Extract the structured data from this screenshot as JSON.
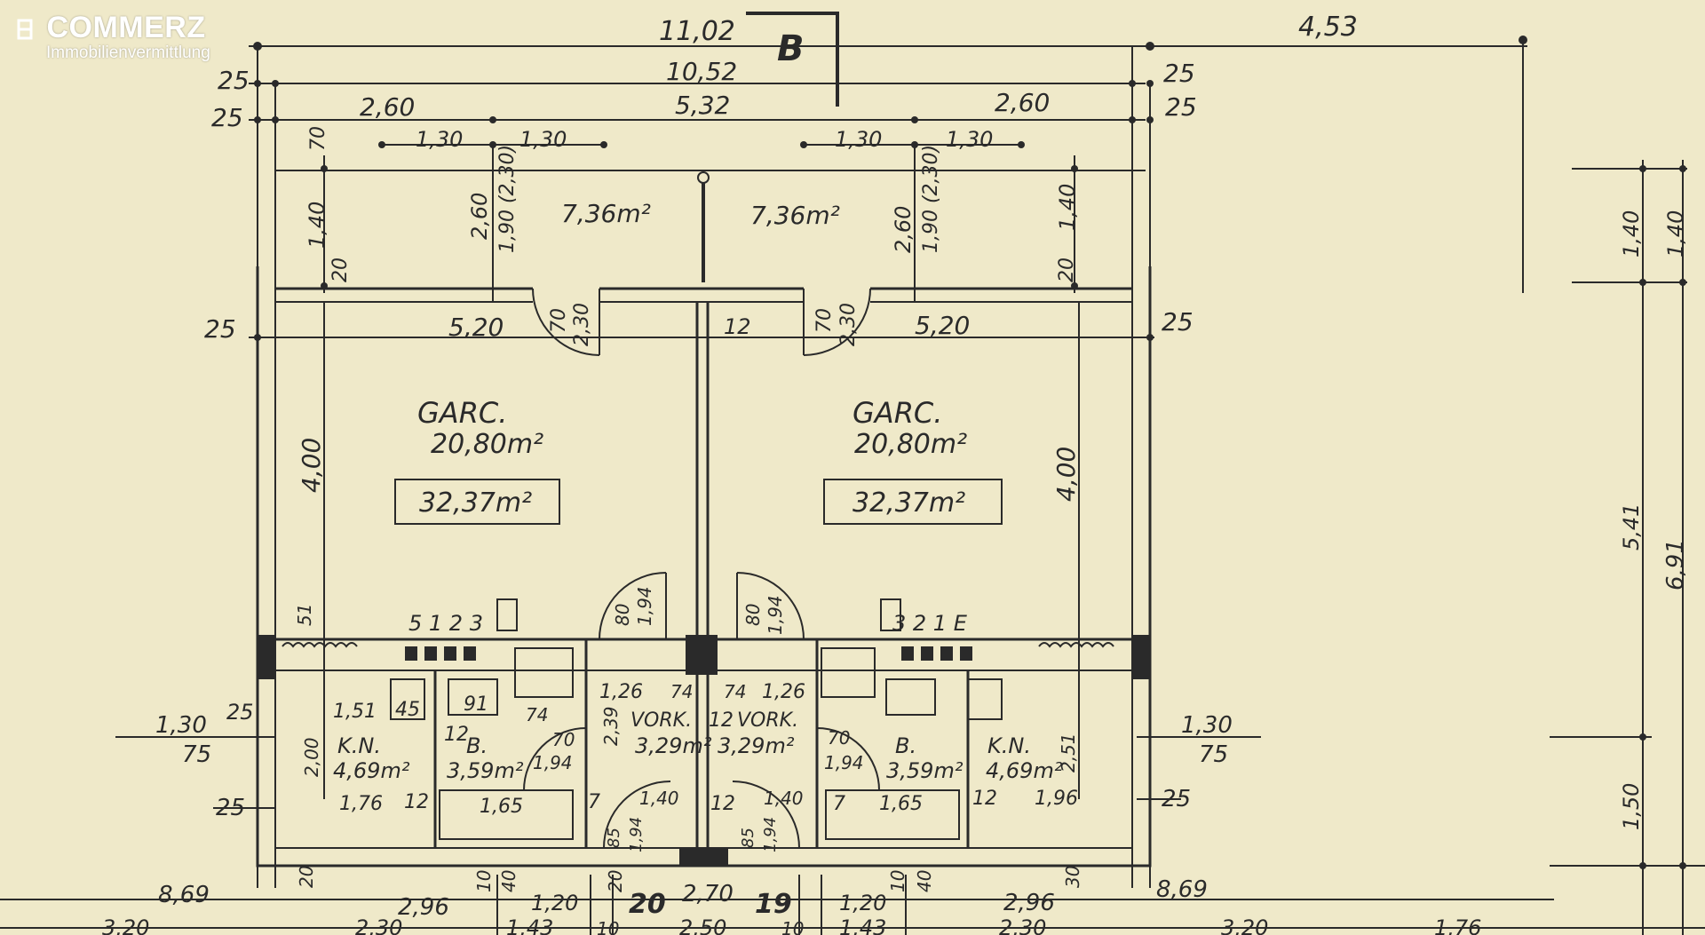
{
  "logo": {
    "brand": "COMMERZ",
    "subtitle": "Immobilienvermittlung",
    "color": "#ffffff"
  },
  "colors": {
    "paper": "#efe9c9",
    "ink": "#2a2a2a"
  },
  "section_marker": "B",
  "dimensions": {
    "overall_width": "11,02",
    "right_offset": "4,53",
    "inner_width": "10,52",
    "wall_left_1": "25",
    "wall_left_2": "25",
    "wall_right_1": "25",
    "wall_right_2": "25",
    "left_segment": "2,60",
    "center_segment": "5,32",
    "right_segment": "2,60",
    "opening_l1": "1,30",
    "opening_l2": "1,30",
    "opening_r1": "1,30",
    "opening_r2": "1,30",
    "parapet_l": "70",
    "height_l": "1,40",
    "reveal_l": "20",
    "height_260_l": "2,60",
    "height_190_l": "1,90 (2,30)",
    "height_260_r": "2,60",
    "height_190_r": "1,90 (2,30)",
    "height_r": "1,40",
    "reveal_r": "20",
    "door_70_l": "70",
    "door_230_l": "2,30",
    "door_70_r": "70",
    "door_230_r": "2,30",
    "wall_12": "12",
    "side_25_l": "25",
    "side_25_r": "25",
    "room_width_l": "5,20",
    "room_width_r": "5,20",
    "room_depth_l": "4,00",
    "room_depth_r": "4,00",
    "right_541": "5,41",
    "right_691": "6,91",
    "right_150": "1,50",
    "right_140a": "1,40",
    "right_140b": "1,40",
    "wall_51": "51",
    "meter_left": "5 1 2 3",
    "meter_right": "3 2 1 E",
    "left_130": "1,30",
    "left_75": "75",
    "left_25a": "25",
    "left_25b": "25",
    "right_130": "1,30",
    "right_75": "75",
    "right_25": "25",
    "d_151": "1,51",
    "d_45": "45",
    "d_91": "91",
    "d_74a": "74",
    "d_12a": "12",
    "d_70a": "70",
    "d_194a": "1,94",
    "d_200": "2,00",
    "d_176l": "1,76",
    "d_12b": "12",
    "d_165l": "1,65",
    "d_7l": "7",
    "d_126l": "1,26",
    "d_74b": "74",
    "d_239": "2,39",
    "d_74c": "74",
    "d_126r": "1,26",
    "d_12c": "12",
    "d_80l": "80",
    "d_194b": "1,94",
    "d_80r": "80",
    "d_194c": "1,94",
    "d_140l": "1,40",
    "d_12d": "12",
    "d_140r": "1,40",
    "d_70b": "70",
    "d_194d": "1,94",
    "d_7r": "7",
    "d_165r": "1,65",
    "d_12e": "12",
    "d_196r": "1,96",
    "d_251": "2,51",
    "d_85l": "85",
    "d_194e": "1,94",
    "d_85r": "85",
    "d_194f": "1,94",
    "bottom_869l": "8,69",
    "bottom_869r": "8,69",
    "bottom_20l": "20",
    "bottom_296l": "2,96",
    "bottom_10l": "10",
    "bottom_40l": "40",
    "bottom_120l": "1,20",
    "bottom_20m": "20",
    "bottom_270": "2,70",
    "bottom_19": "19",
    "bottom_120r": "1,20",
    "bottom_10r": "10",
    "bottom_40r": "40",
    "bottom_296r": "2,96",
    "bottom_30r": "30",
    "bottom_320l": "3,20",
    "bottom_230l": "2,30",
    "bottom_143l": "1,43",
    "bottom_10a": "10",
    "bottom_250": "2,50",
    "bottom_10b": "10",
    "bottom_143r": "1,43",
    "bottom_230r": "2,30",
    "bottom_320r": "3,20",
    "bottom_176": "1,76"
  },
  "rooms": {
    "garage_left": {
      "label": "GARC.",
      "area": "20,80m²",
      "box_area": "32,37m²"
    },
    "garage_right": {
      "label": "GARC.",
      "area": "20,80m²",
      "box_area": "32,37m²"
    },
    "terrace_left": {
      "area": "7,36m²"
    },
    "terrace_right": {
      "area": "7,36m²"
    },
    "kn_left": {
      "label": "K.N.",
      "area": "4,69m²"
    },
    "bath_left": {
      "label": "B.",
      "area": "3,59m²"
    },
    "vork_left": {
      "label": "VORK.",
      "area": "3,29m²"
    },
    "vork_right": {
      "label": "VORK.",
      "area": "3,29m²"
    },
    "bath_right": {
      "label": "B.",
      "area": "3,59m²"
    },
    "kn_right": {
      "label": "K.N.",
      "area": "4,69m²"
    }
  }
}
